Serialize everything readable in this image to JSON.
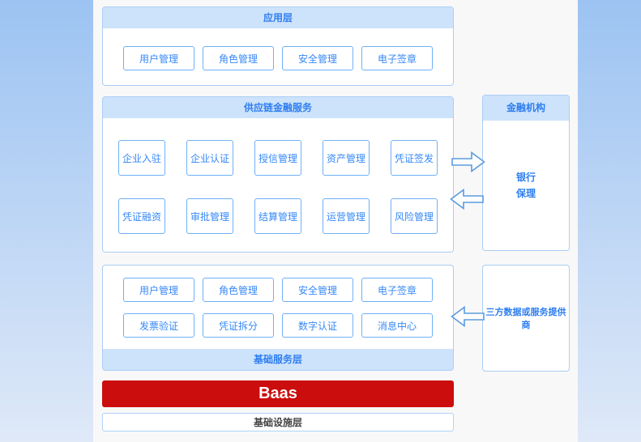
{
  "colors": {
    "bg_top": "#9cc3f2",
    "bg_bottom": "#dfe9f8",
    "panel_bg": "#f9f8f8",
    "box_border": "#a9cdf5",
    "header_bg": "#cde3fb",
    "header_text": "#2e7ef0",
    "node_border": "#6fb0f7",
    "node_text": "#3688f7",
    "arrow_stroke": "#5b9ce0",
    "baas_bg": "#cb0d0d",
    "infra_border": "#b0d4f8",
    "infra_text": "#444444"
  },
  "app_layer": {
    "title": "应用层",
    "buttons": [
      "用户管理",
      "角色管理",
      "安全管理",
      "电子签章"
    ]
  },
  "finance_layer": {
    "title": "供应链金融服务",
    "row1": [
      "企业入驻",
      "企业认证",
      "授信管理",
      "资产管理",
      "凭证签发"
    ],
    "row2": [
      "凭证融资",
      "审批管理",
      "结算管理",
      "运营管理",
      "风险管理"
    ]
  },
  "base_service_layer": {
    "title": "基础服务层",
    "row1": [
      "用户管理",
      "角色管理",
      "安全管理",
      "电子签章"
    ],
    "row2": [
      "发票验证",
      "凭证拆分",
      "数字认证",
      "消息中心"
    ]
  },
  "financial_institution": {
    "title": "金融机构",
    "body_line1": "银行",
    "body_line2": "保理"
  },
  "third_party": {
    "label": "三方数据或服务提供商"
  },
  "baas": {
    "label": "Baas"
  },
  "infrastructure": {
    "label": "基础设施层"
  },
  "icons": {
    "flow_right": "block-arrow-right-icon",
    "flow_left": "block-arrow-left-icon"
  }
}
